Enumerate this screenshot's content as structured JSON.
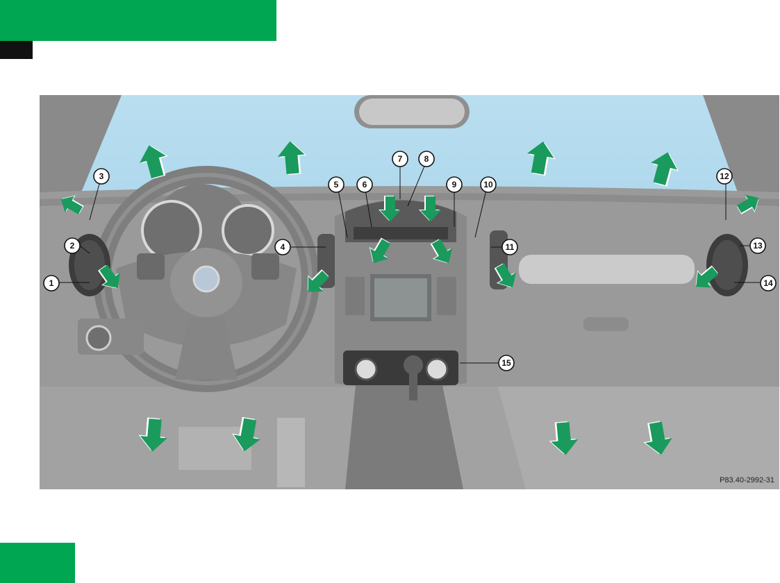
{
  "figure": {
    "code": "P83.40-2992-31",
    "callouts": [
      {
        "label": "1"
      },
      {
        "label": "2"
      },
      {
        "label": "3"
      },
      {
        "label": "4"
      },
      {
        "label": "5"
      },
      {
        "label": "6"
      },
      {
        "label": "7"
      },
      {
        "label": "8"
      },
      {
        "label": "9"
      },
      {
        "label": "10"
      },
      {
        "label": "11"
      },
      {
        "label": "12"
      },
      {
        "label": "13"
      },
      {
        "label": "14"
      },
      {
        "label": "15"
      }
    ]
  },
  "colors": {
    "brand_green": "#00a651",
    "arrow_green": "#1a9a5c",
    "tab_black": "#111111"
  }
}
